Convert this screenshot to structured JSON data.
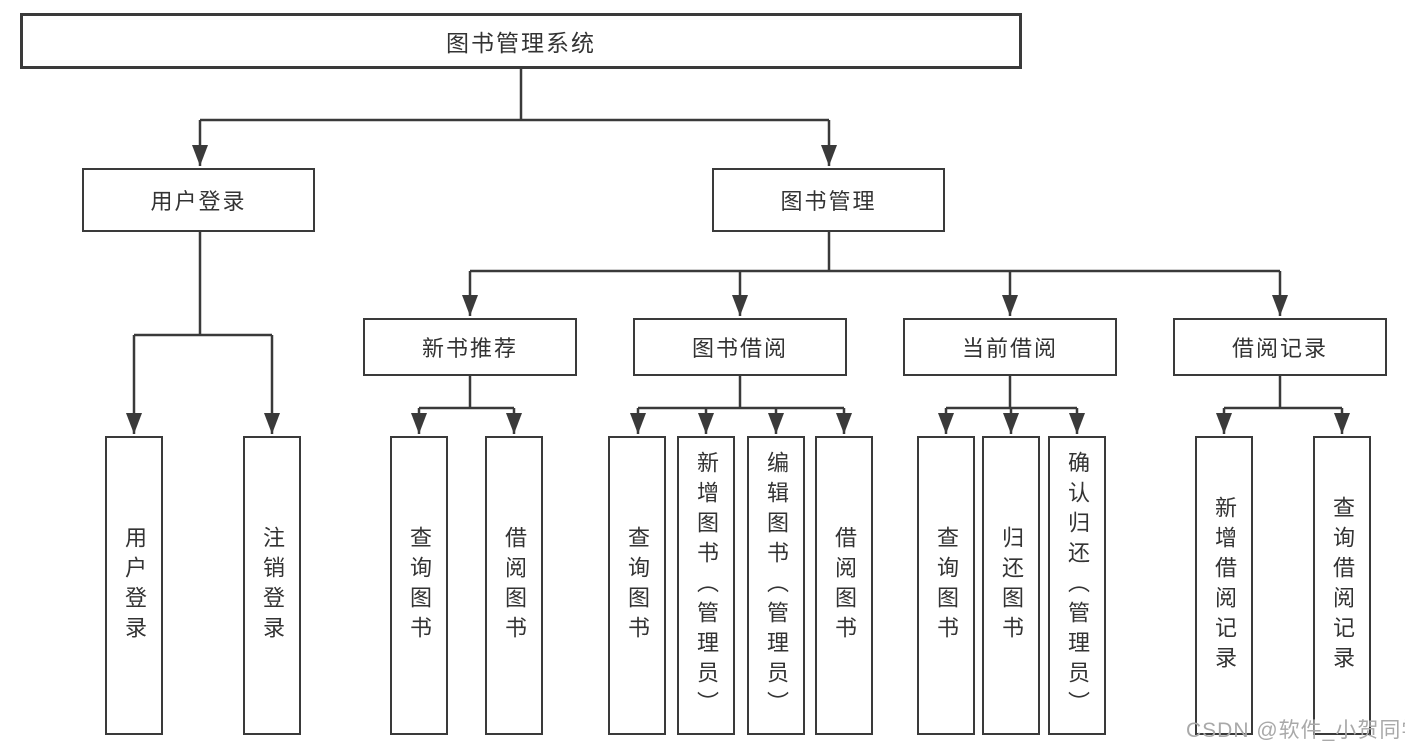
{
  "root": {
    "label": "图书管理系统"
  },
  "branches": {
    "user": {
      "label": "用户登录",
      "children": [
        {
          "label": "用户登录"
        },
        {
          "label": "注销登录"
        }
      ]
    },
    "book": {
      "label": "图书管理",
      "sections": [
        {
          "label": "新书推荐",
          "children": [
            {
              "label": "查询图书"
            },
            {
              "label": "借阅图书"
            }
          ]
        },
        {
          "label": "图书借阅",
          "children": [
            {
              "label": "查询图书"
            },
            {
              "label": "新增图书（管理员）"
            },
            {
              "label": "编辑图书（管理员）"
            },
            {
              "label": "借阅图书"
            }
          ]
        },
        {
          "label": "当前借阅",
          "children": [
            {
              "label": "查询图书"
            },
            {
              "label": "归还图书"
            },
            {
              "label": "确认归还（管理员）"
            }
          ]
        },
        {
          "label": "借阅记录",
          "children": [
            {
              "label": "新增借阅记录"
            },
            {
              "label": "查询借阅记录"
            }
          ]
        }
      ]
    }
  },
  "watermark": {
    "text": "CSDN @软件_小贺同学"
  },
  "colors": {
    "line": "#3a3a3a",
    "box_border": "#3a3a3a",
    "text": "#333333",
    "watermark": "#a9a9a9",
    "background": "#ffffff"
  }
}
